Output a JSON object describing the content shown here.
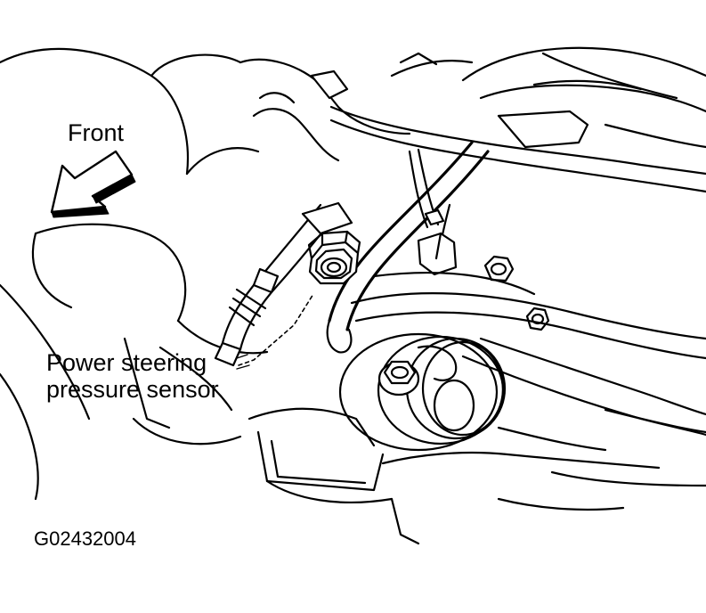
{
  "labels": {
    "front": "Front",
    "sensor_line1": "Power steering",
    "sensor_line2": "pressure sensor",
    "figure_id": "G02432004"
  }
}
